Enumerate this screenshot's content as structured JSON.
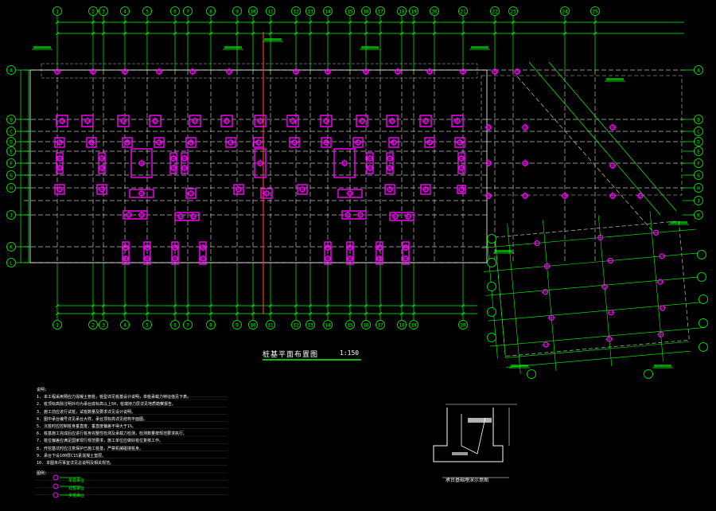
{
  "drawing": {
    "title": "桩基平面布置图",
    "scale": "1:150",
    "detail_caption": "承台基础埋深示意图",
    "colors": {
      "background": "#000000",
      "axis": "#00ff00",
      "pile": "#ff00ff",
      "dim": "#ffffff",
      "dash": "#c0c0c0",
      "annotation": "#00ffff"
    },
    "top_axis_labels": [
      "1",
      "2",
      "3",
      "4",
      "5",
      "6",
      "7",
      "8",
      "9",
      "10",
      "11",
      "12",
      "13",
      "14",
      "15",
      "16",
      "17",
      "18",
      "19",
      "20",
      "21",
      "22",
      "23",
      "24",
      "25"
    ],
    "bottom_axis_labels": [
      "1",
      "2",
      "3",
      "4",
      "5",
      "6",
      "7",
      "8",
      "9",
      "10",
      "11",
      "12",
      "13",
      "14",
      "15",
      "16",
      "17",
      "18",
      "19",
      "20"
    ],
    "left_axis_labels": [
      "A",
      "B",
      "C",
      "D",
      "E",
      "F",
      "G",
      "H",
      "J",
      "K",
      "L"
    ],
    "right_axis_labels": [
      "A",
      "B",
      "C",
      "D",
      "E",
      "F",
      "G",
      "H",
      "J",
      "K"
    ],
    "notes": {
      "heading": "说明:",
      "lines": [
        "1. 本工程采用预应力混凝土管桩，桩型详见桩基设计说明，单桩承载力特征值见下表。",
        "2. 桩顶标高除注明外均为承台底标高以上50，桩端持力层详见地质勘察报告。",
        "3. 施工前应进行试桩，试桩数量及要求详见设计说明。",
        "4. 图中承台编号详见承台大样，承台顶标高详见结构平面图。",
        "5. 沉桩时应控制桩身垂直度，垂直度偏差不得大于1%。",
        "6. 桩基施工完成后应进行桩身完整性检测及承载力检测，检测数量按规范要求执行。",
        "7. 桩位偏差应满足国家现行规范要求，施工单位应做好桩位复核工作。",
        "8. 开挖基坑时应注意保护已施工桩基，严禁机械碰撞桩身。",
        "9. 承台下设100厚C15素混凝土垫层。",
        "10. 本图未尽事宜详见总说明及相关规范。"
      ],
      "legend_heading": "图例:",
      "legend": [
        "单桩承台",
        "双桩承台",
        "多桩承台"
      ]
    }
  }
}
